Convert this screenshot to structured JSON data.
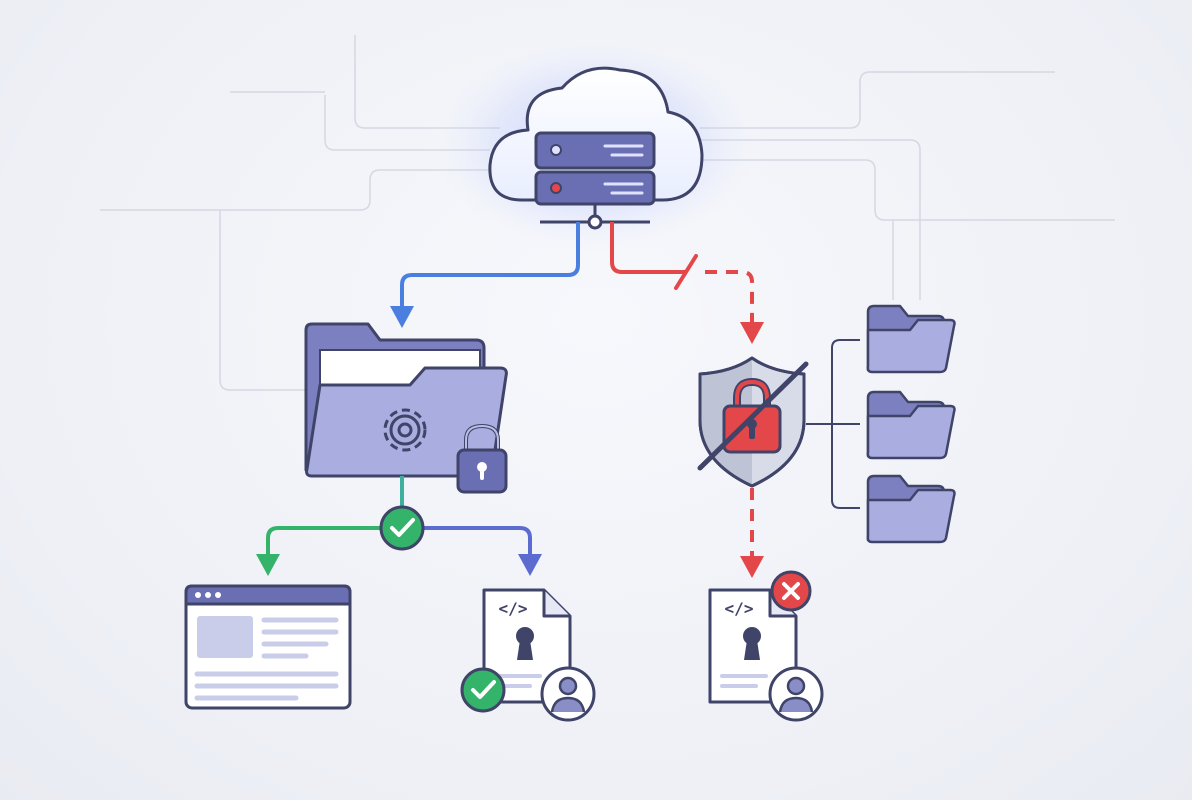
{
  "diagram": {
    "colors": {
      "background": "#f1f3f8",
      "outline": "#3f4468",
      "purple_dark": "#5a5f9e",
      "purple": "#8a8ec6",
      "purple_light": "#b9bde3",
      "allowed_blue": "#4a7fe0",
      "success_green": "#34b36a",
      "denied_red": "#e4474a",
      "circuit_gray": "#cfd3de"
    },
    "nodes": {
      "cloud": {
        "icon": "cloud-icon"
      },
      "server": {
        "icon": "server-icon",
        "unit_states": [
          "normal",
          "error"
        ]
      },
      "secure_folder": {
        "icon": "folder-gear-lock-icon"
      },
      "blocked_shield": {
        "icon": "shield-lock-strikethrough-icon"
      },
      "stored_folders": {
        "icon": "folder-icon",
        "count": 3
      },
      "browser_window": {
        "icon": "browser-window-icon"
      },
      "granted_file": {
        "icon": "code-file-keyhole-icon",
        "status": "approved"
      },
      "denied_file": {
        "icon": "code-file-keyhole-icon",
        "status": "denied"
      }
    },
    "file_tag": "</>",
    "connections": [
      {
        "from": "server",
        "to": "secure_folder",
        "style": "solid",
        "color": "allowed_blue"
      },
      {
        "from": "server",
        "to": "blocked_shield",
        "style": "dashed-broken",
        "color": "denied_red"
      },
      {
        "from": "secure_folder",
        "to": "browser_window",
        "style": "solid",
        "color": "success_green"
      },
      {
        "from": "secure_folder",
        "to": "granted_file",
        "style": "solid",
        "color": "purple_dark"
      },
      {
        "from": "blocked_shield",
        "to": "denied_file",
        "style": "dashed",
        "color": "denied_red"
      },
      {
        "from": "blocked_shield",
        "to": "stored_folders",
        "style": "bracket",
        "color": "outline"
      }
    ]
  }
}
